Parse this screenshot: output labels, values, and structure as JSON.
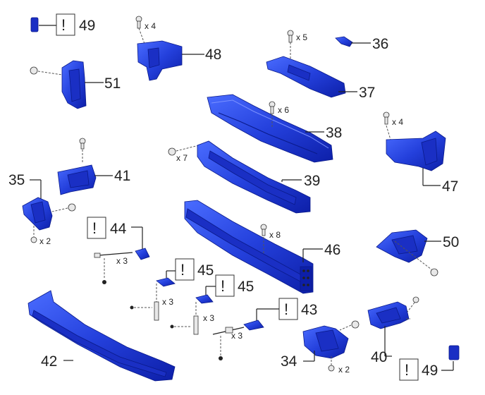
{
  "labels": {
    "p34": "34",
    "p35": "35",
    "p36": "36",
    "p37": "37",
    "p38": "38",
    "p39": "39",
    "p40": "40",
    "p41": "41",
    "p42": "42",
    "p43": "43",
    "p44": "44",
    "p45a": "45",
    "p45b": "45",
    "p46": "46",
    "p47": "47",
    "p48": "48",
    "p49a": "49",
    "p49b": "49",
    "p50": "50",
    "p51": "51"
  },
  "quantities": {
    "q48": "x 4",
    "q37": "x 5",
    "q38": "x 6",
    "q39": "x 7",
    "q47": "x 4",
    "q35": "x 2",
    "q46": "x 8",
    "q44": "x 3",
    "q45a": "x 3",
    "q45b": "x 3",
    "q43": "x 3",
    "q34": "x 2"
  },
  "note_symbol": "!",
  "colors": {
    "part_light": "#3a5cf0",
    "part_dark": "#0d1fa8",
    "ink": "#222222"
  }
}
